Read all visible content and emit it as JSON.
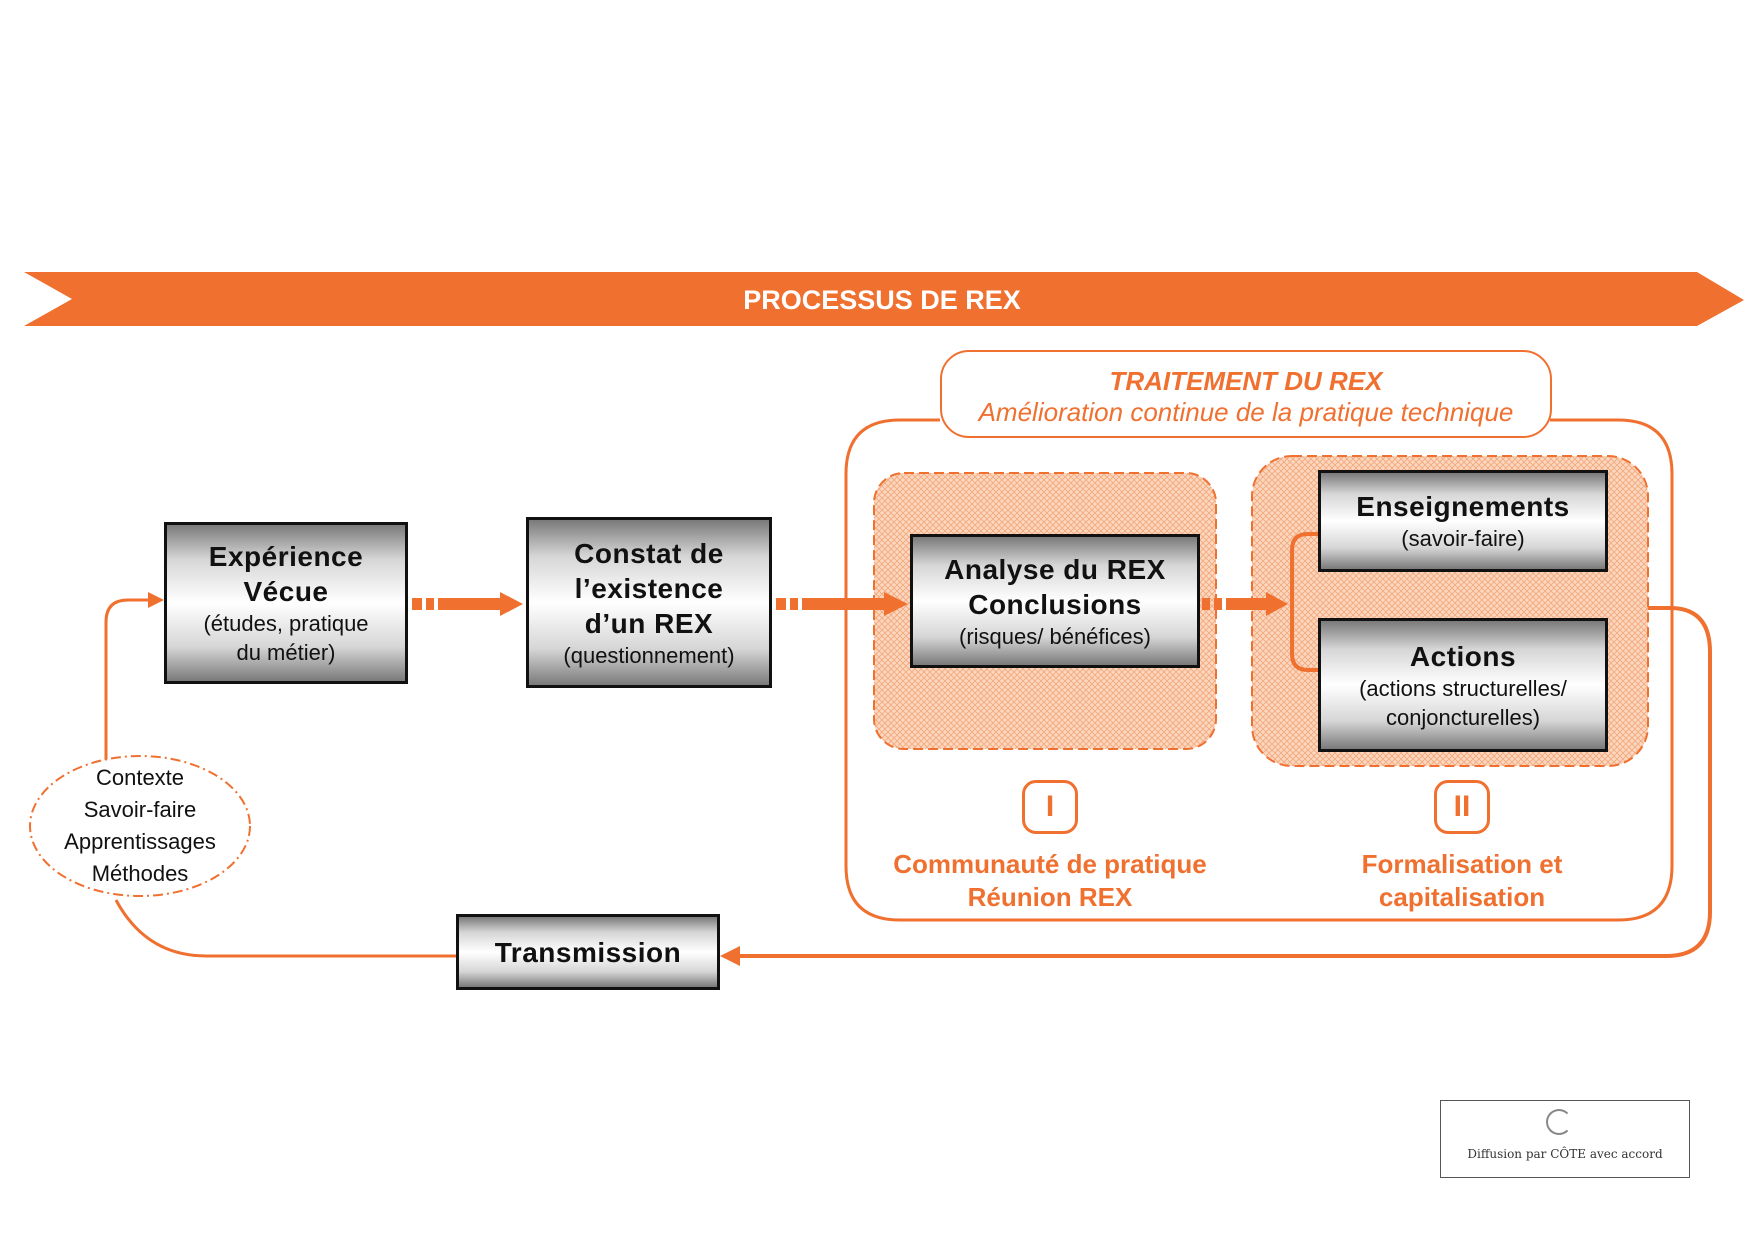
{
  "colors": {
    "accent": "#f07030",
    "box_border": "#111111",
    "hatch_fill": "#fbd7bf"
  },
  "banner": {
    "title": "PROCESSUS DE REX"
  },
  "traitement": {
    "title": "TRAITEMENT DU REX",
    "subtitle": "Amélioration continue de la pratique technique"
  },
  "nodes": {
    "experience": {
      "title_line1": "Expérience",
      "title_line2": "Vécue",
      "sub_line1": "(études, pratique",
      "sub_line2": "du métier)"
    },
    "constat": {
      "title_line1": "Constat de",
      "title_line2": "l’existence",
      "title_line3": "d’un REX",
      "sub_line1": "(questionnement)"
    },
    "analyse": {
      "title_line1": "Analyse du REX",
      "title_line2": "Conclusions",
      "sub_line1": "(risques/ bénéfices)"
    },
    "enseignements": {
      "title_line1": "Enseignements",
      "sub_line1": "(savoir-faire)"
    },
    "actions": {
      "title_line1": "Actions",
      "sub_line1": "(actions structurelles/",
      "sub_line2": "conjoncturelles)"
    },
    "transmission": {
      "title_line1": "Transmission"
    }
  },
  "phases": [
    {
      "numeral": "I",
      "label_line1": "Communauté de pratique",
      "label_line2": "Réunion REX"
    },
    {
      "numeral": "II",
      "label_line1": "Formalisation et",
      "label_line2": "capitalisation"
    }
  ],
  "context_oval": {
    "lines": [
      "Contexte",
      "Savoir-faire",
      "Apprentissages",
      "Méthodes"
    ]
  },
  "credit": {
    "text": "Diffusion par CÔTE avec accord"
  }
}
